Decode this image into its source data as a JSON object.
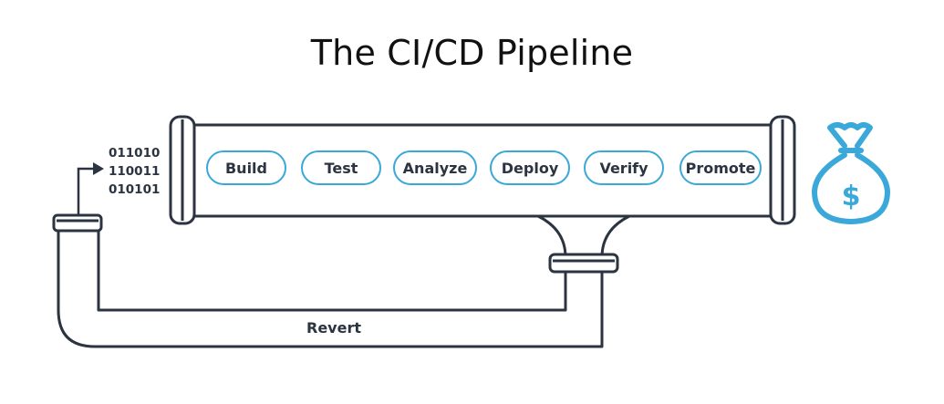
{
  "title": "The CI/CD Pipeline",
  "stages": [
    {
      "label": "Build"
    },
    {
      "label": "Test"
    },
    {
      "label": "Analyze"
    },
    {
      "label": "Deploy"
    },
    {
      "label": "Verify"
    },
    {
      "label": "Promote"
    }
  ],
  "binary_lines": [
    "011010",
    "110011",
    "010101"
  ],
  "revert_label": "Revert",
  "colors": {
    "accent": "#3aa8d8",
    "outline": "#2b3440"
  },
  "icons": {
    "end": "money-bag-dollar-icon"
  }
}
